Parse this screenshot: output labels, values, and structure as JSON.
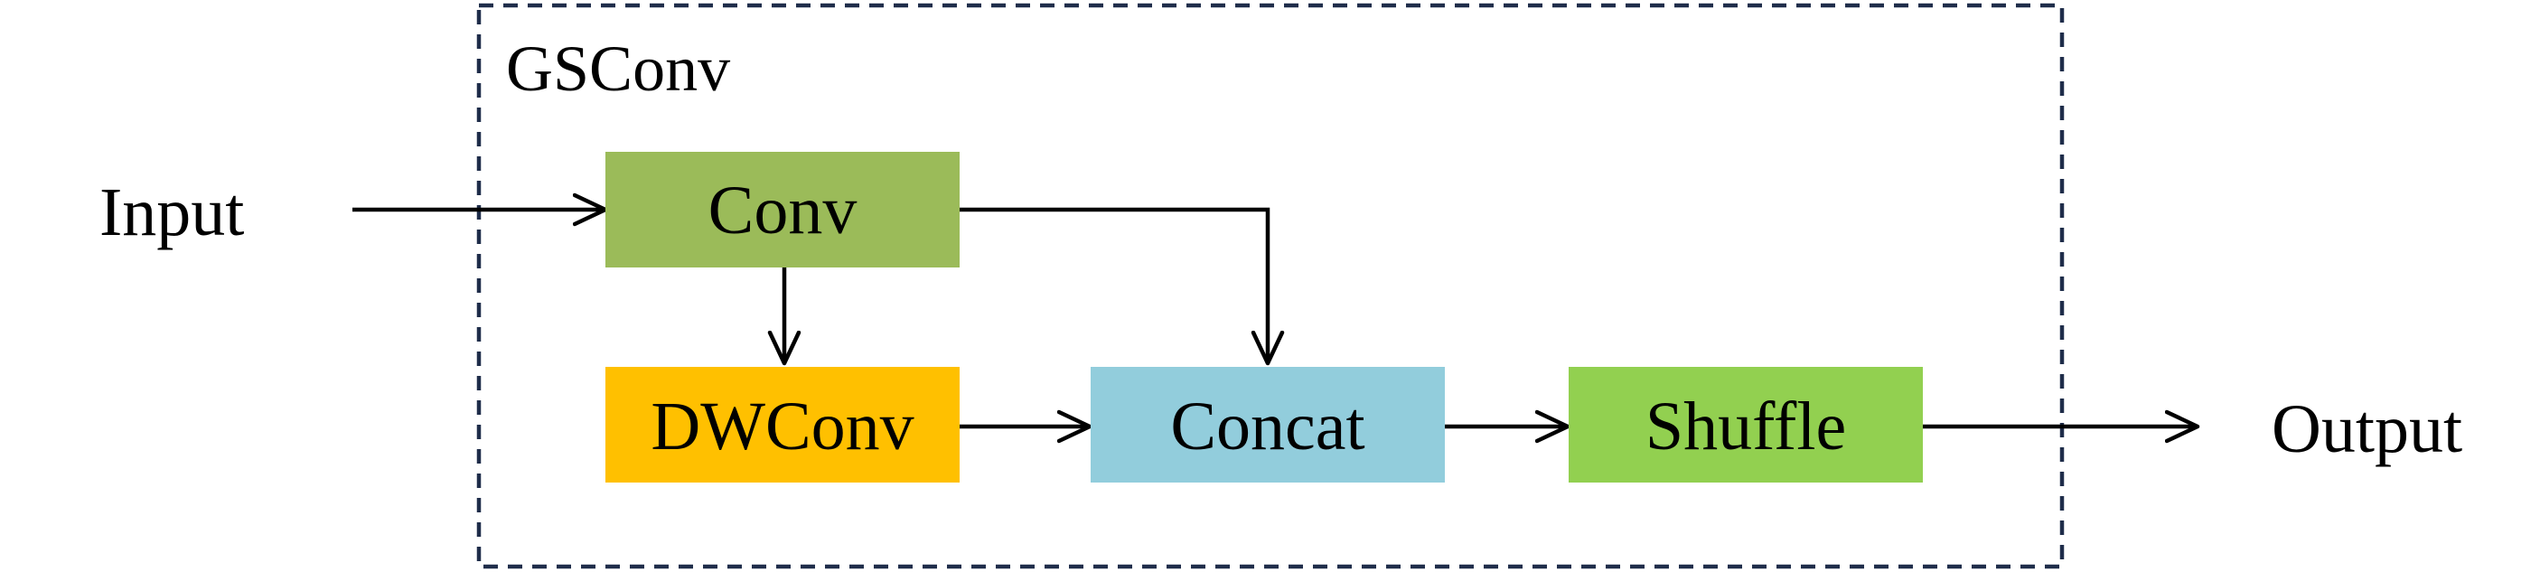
{
  "container": {
    "label": "GSConv",
    "border_color": "#1f2d4a"
  },
  "labels": {
    "input": "Input",
    "output": "Output"
  },
  "nodes": {
    "conv": {
      "label": "Conv",
      "color": "#9bbb59"
    },
    "dwconv": {
      "label": "DWConv",
      "color": "#ffc000"
    },
    "concat": {
      "label": "Concat",
      "color": "#92cddc"
    },
    "shuffle": {
      "label": "Shuffle",
      "color": "#92d050"
    }
  },
  "edges": [
    {
      "from": "input",
      "to": "conv"
    },
    {
      "from": "conv",
      "to": "dwconv"
    },
    {
      "from": "conv",
      "to": "concat"
    },
    {
      "from": "dwconv",
      "to": "concat"
    },
    {
      "from": "concat",
      "to": "shuffle"
    },
    {
      "from": "shuffle",
      "to": "output"
    }
  ]
}
